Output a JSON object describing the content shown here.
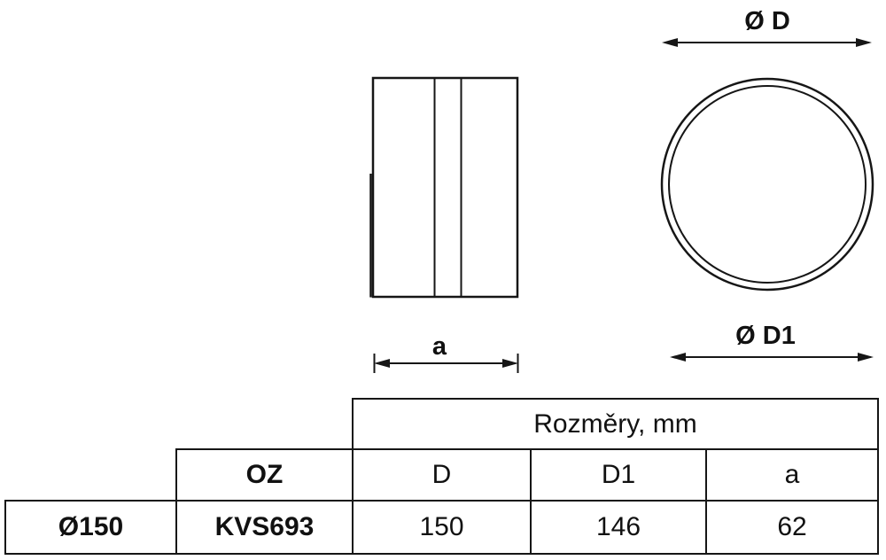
{
  "drawing": {
    "side_view": {
      "dim_a_label": "a"
    },
    "front_view": {
      "dim_d_label": "Ø D",
      "dim_d1_label": "Ø D1"
    },
    "line_color": "#161616"
  },
  "table": {
    "span_header": "Rozměry, mm",
    "col_oz": "OZ",
    "col_d": "D",
    "col_d1": "D1",
    "col_a": "a",
    "row": {
      "diameter": "Ø150",
      "code": "KVS693",
      "d": "150",
      "d1": "146",
      "a": "62"
    }
  }
}
